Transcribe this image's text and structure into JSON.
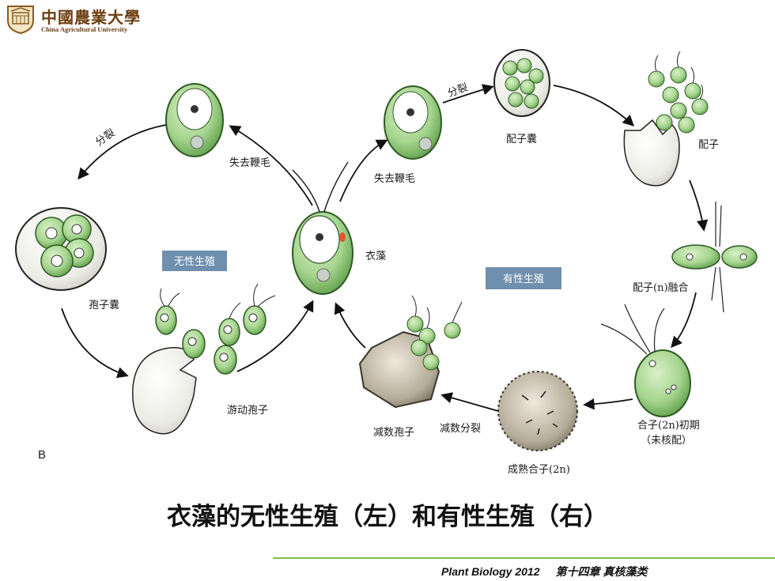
{
  "logo": {
    "name_zh": "中國農業大學",
    "name_en": "China Agricultural University"
  },
  "diagram": {
    "labels": {
      "divide_left": "分裂",
      "lose_flagella_left": "失去鞭毛",
      "lose_flagella_right": "失去鞭毛",
      "divide_right": "分裂",
      "gametangium": "配子囊",
      "gamete": "配子",
      "sporangium": "孢子囊",
      "asexual": "无性生殖",
      "chlamydomonas": "衣藻",
      "sexual": "有性生殖",
      "gamete_fusion": "配子(n)融合",
      "zoospore": "游动孢子",
      "meiospore": "减数孢子",
      "meiosis": "减数分裂",
      "zygote_early": "合子(2n)初期",
      "zygote_note": "（未核配）",
      "mature_zygote": "成熟合子(2n)",
      "panel_letter": "B"
    },
    "colors": {
      "cell_green": "#9fd08a",
      "cell_dark": "#4f8f3c",
      "box_blue": "#6f8fae",
      "footer_line": "#7fbf4a"
    }
  },
  "caption": "衣藻的无性生殖（左）和有性生殖（右）",
  "footer": {
    "course": "Plant Biology 2012",
    "chapter": "第十四章 真核藻类"
  }
}
